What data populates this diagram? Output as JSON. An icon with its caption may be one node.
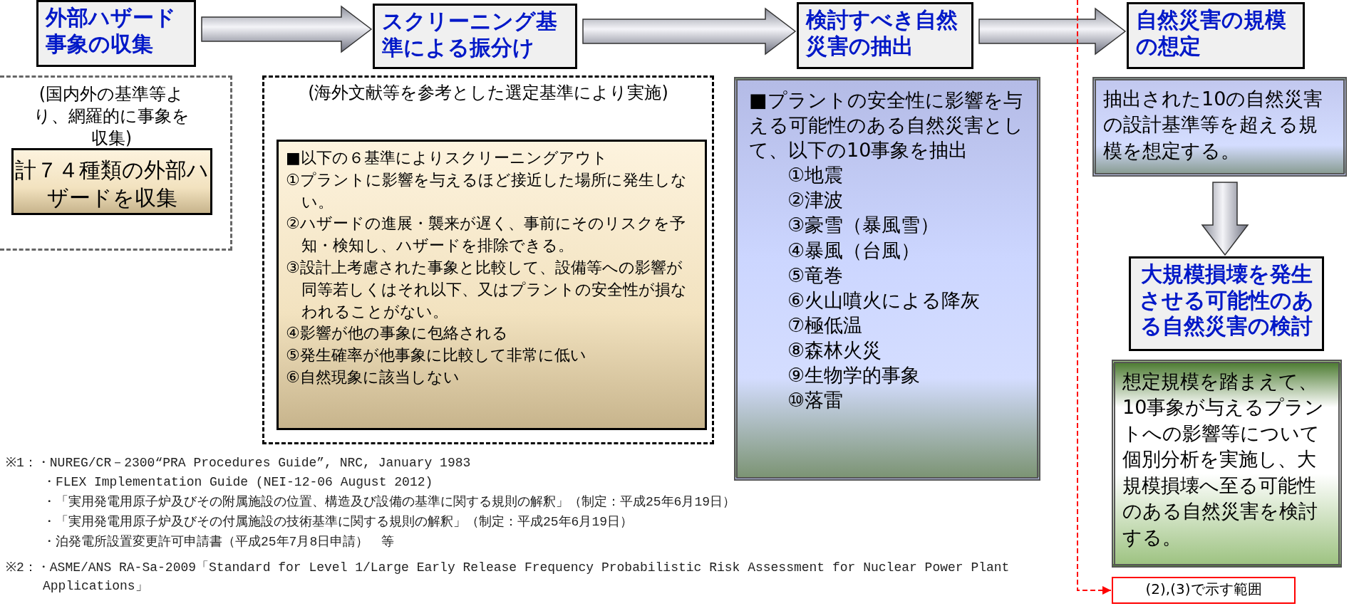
{
  "diagram": {
    "nodes": [
      {
        "text": [
          "外部ハザード事象の収集"
        ]
      },
      {
        "text": [
          "(国内外の基準等より、網羅的に事象を収集)"
        ]
      },
      {
        "text": [
          "計７４種類の外部ハザードを収集"
        ],
        "in": 1
      },
      {
        "text": [
          "スクリーニング基準による振分け"
        ]
      },
      {
        "text": [
          "(海外文献等を参考とした選定基準により実施)"
        ]
      },
      {
        "text": [
          "■以下の６基準によりスクリーニングアウト",
          "①プラントに影響を与えるほど接近した場所に発生しない。",
          "②ハザードの進展・襲来が遅く、事前にそのリスクを予知・検知し、ハザードを排除できる。",
          "③設計上考慮された事象と比較して、設備等への影響が同等若しくはそれ以下、又はプラントの安全性が損なわれることがない。",
          "④影響が他の事象に包絡される",
          "⑤発生確率が他事象に比較して非常に低い",
          "⑥自然現象に該当しない"
        ],
        "in": 4
      },
      {
        "text": [
          "検討すべき自然災害の抽出"
        ]
      },
      {
        "text": [
          "■プラントの安全性に影響を与える可能性のある自然災害として、以下の10事象を抽出",
          "①地震",
          "②津波",
          "③豪雪（暴風雪）",
          "④暴風（台風）",
          "⑤竜巻",
          "⑥火山噴火による降灰",
          "⑦極低温",
          "⑧森林火災",
          "⑨生物学的事象",
          "⑩落雷"
        ]
      },
      {
        "text": [
          "自然災害の規模の想定"
        ]
      },
      {
        "text": [
          "抽出された10の自然災害の設計基準等を超える規模を想定する。"
        ]
      },
      {
        "text": [
          "大規模損壊を発生させる可能性のある自然災害の検討"
        ]
      },
      {
        "text": [
          "想定規模を踏まえて、10事象が与えるプラントへの影響等について個別分析を実施し、大規模損壊へ至る可能性のある自然災害を検討する。"
        ]
      },
      {
        "text": [
          "(2),(3)で示す範囲"
        ]
      }
    ],
    "edges": [
      {
        "from": 0,
        "to": 3,
        "arrow": "to"
      },
      {
        "from": 3,
        "to": 6,
        "arrow": "to"
      },
      {
        "from": 6,
        "to": 8,
        "arrow": "to"
      },
      {
        "from": 9,
        "to": 10,
        "arrow": "to"
      },
      {
        "from": null,
        "to": 12,
        "arrow": "to",
        "style": "dashed",
        "color": "#ff0000"
      }
    ],
    "labels": [
      "※1：・NUREG/CR－2300“PRA Procedures Guide”, NRC, January 1983",
      "・FLEX Implementation Guide (NEI-12-06 August 2012)",
      "・「実用発電用原子炉及びその附属施設の位置、構造及び設備の基準に関する規則の解釈」（制定：平成25年6月19日）",
      "・「実用発電用原子炉及びその付属施設の技術基準に関する規則の解釈」（制定：平成25年6月19日）",
      "・泊発電所設置変更許可申請書（平成25年7月8日申請）　等",
      "※2：・ASME/ANS RA-Sa-2009「Standard for Level 1/Large Early Release Frequency Probabilistic Risk Assessment for Nuclear Power Plant Applications」"
    ]
  }
}
